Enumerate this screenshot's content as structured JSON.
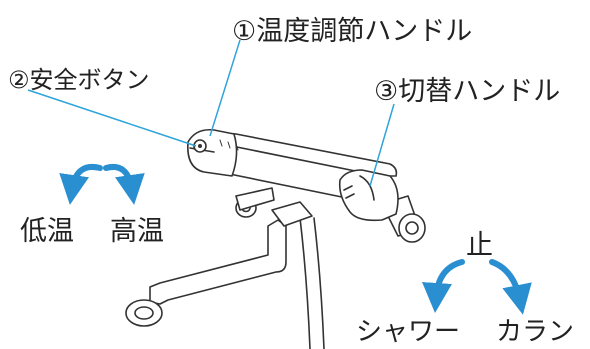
{
  "labels": {
    "temp_handle": "①温度調節ハンドル",
    "safety_button": "②安全ボタン",
    "switch_handle": "③切替ハンドル",
    "low_temp": "低温",
    "high_temp": "高温",
    "stop": "止",
    "shower": "シャワー",
    "faucet": "カラン"
  },
  "colors": {
    "leader_line": "#2ea3dc",
    "arrow": "#2a8fd0",
    "outline": "#333333",
    "text": "#222222"
  }
}
